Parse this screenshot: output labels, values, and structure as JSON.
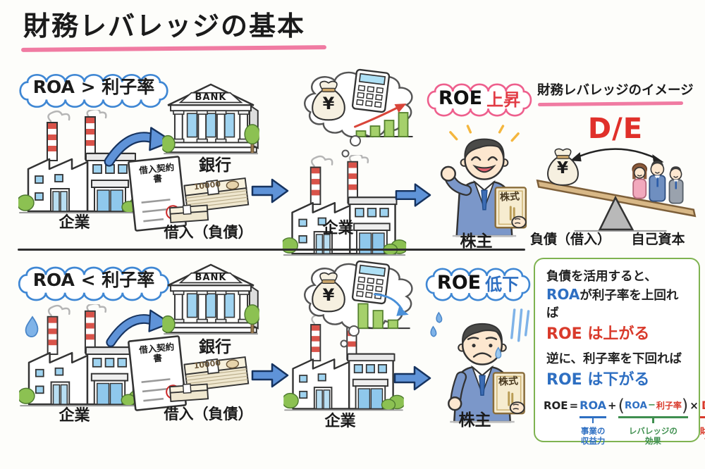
{
  "title": "財務レバレッジの基本",
  "scenario_up": {
    "condition": "ROA > 利子率",
    "company_label": "企業",
    "bank_sign": "BANK",
    "bank_label": "銀行",
    "contract_title": "借入契約",
    "contract_title2": "書",
    "bill_value": "10000",
    "loan_label": "借入（負債）",
    "company2_label": "企業",
    "yen": "¥",
    "result_roe": "ROE",
    "result_word": "上昇",
    "stock_label": "株式",
    "shareholder_label": "株主"
  },
  "scenario_down": {
    "condition": "ROA < 利子率",
    "company_label": "企業",
    "bank_sign": "BANK",
    "bank_label": "銀行",
    "contract_title": "借入契約",
    "contract_title2": "書",
    "bill_value": "10000",
    "loan_label": "借入（負債）",
    "company2_label": "企業",
    "yen": "¥",
    "result_roe": "ROE",
    "result_word": "低下",
    "stock_label": "株式",
    "shareholder_label": "株主"
  },
  "leverage_panel": {
    "heading": "財務レバレッジのイメージ",
    "ratio_label": "D/E",
    "yen": "¥",
    "debt_label": "負債（借入）",
    "equity_label": "自己資本"
  },
  "summary": {
    "line1": "負債を活用すると、",
    "line2_highlight": "ROA",
    "line2_rest": "が利子率を上回れば",
    "line3": "ROE は上がる",
    "line4": "逆に、利子率を下回れば",
    "line5": "ROE は下がる",
    "formula": {
      "lhs": "ROE",
      "equals": "=",
      "roa": "ROA",
      "plus": "+",
      "open": "(",
      "roa2": "ROA",
      "minus": "−",
      "rate": "利子率",
      "close": ")",
      "times": "×",
      "de": "D/E",
      "roa_note1": "事業の",
      "roa_note2": "収益力",
      "lev_note1": "レバレッジの",
      "lev_note2": "効果",
      "de_note1": "財務の",
      "de_note2": "てこ"
    }
  },
  "colors": {
    "title_underline": "#f07ba2",
    "condition_bubble": "#3f87d4",
    "result_up_bubble": "#ee5f8d",
    "result_up_text": "#e23b45",
    "result_down_text": "#2e6fc2",
    "summary_border": "#7fb351",
    "arrow_blue": "#5f93d8"
  }
}
